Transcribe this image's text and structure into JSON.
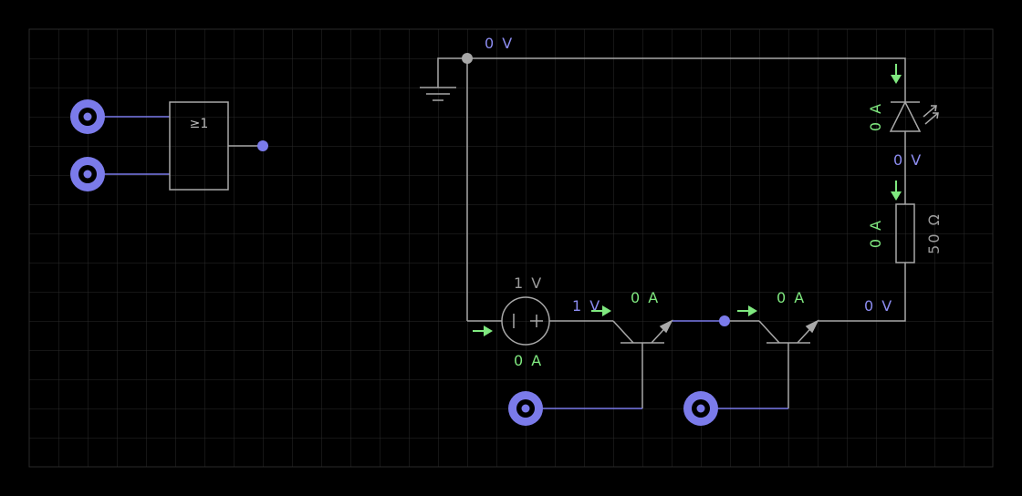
{
  "canvas": {
    "background": "#000000",
    "grid_color": "#2a2a2a"
  },
  "colors": {
    "wire": "#a8a8a8",
    "signal_wire": "#7b7bea",
    "voltage_label": "#8c8cf0",
    "current_label": "#7fe87f",
    "current_arrow": "#7fe87f",
    "component_label": "#9a9a9a",
    "switch_outer": "#7b7bea"
  },
  "labels": {
    "node_top_voltage": "0 V",
    "led_current": "0 A",
    "led_bottom_voltage": "0 V",
    "resistor_current": "0 A",
    "resistor_value": "50 Ω",
    "source_voltage_top": "1 V",
    "source_current": "0 A",
    "source_out_voltage": "1 V",
    "transistor1_current": "0 A",
    "transistor2_current": "0 A",
    "right_bottom_voltage": "0 V",
    "gate_symbol": "≥1"
  },
  "components": [
    "ground-icon",
    "or-gate",
    "led-icon",
    "resistor",
    "voltage-source",
    "npn-transistor-1",
    "npn-transistor-2",
    "toggle-switch-a",
    "toggle-switch-b",
    "toggle-switch-c",
    "toggle-switch-d"
  ]
}
